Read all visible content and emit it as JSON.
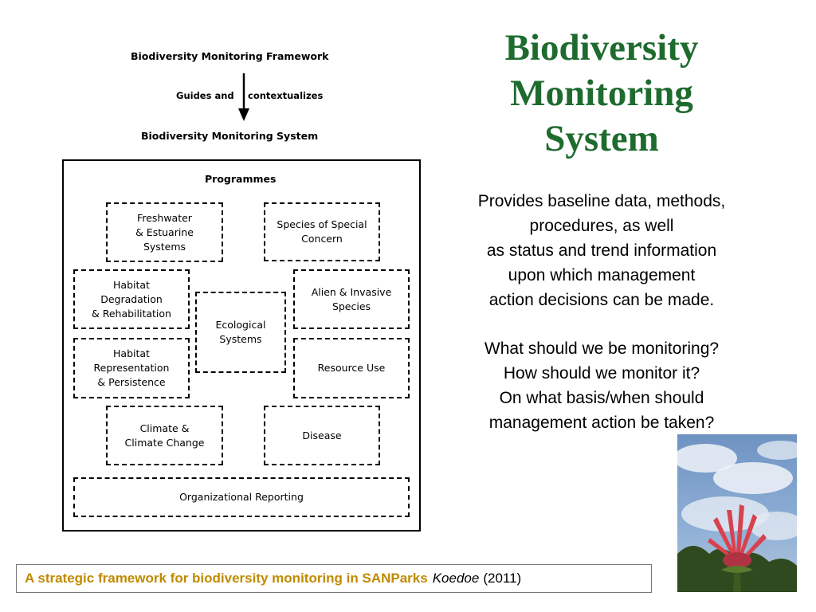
{
  "diagram": {
    "framework_label": "Biodiversity Monitoring Framework",
    "relation_left": "Guides and",
    "relation_right": "contextualizes",
    "system_label": "Biodiversity Monitoring System",
    "programmes_heading": "Programmes",
    "boxes": {
      "freshwater": "Freshwater\n& Estuarine\nSystems",
      "species_special": "Species of Special\nConcern",
      "habitat_degradation": "Habitat\nDegradation\n& Rehabilitation",
      "alien_invasive": "Alien & Invasive\nSpecies",
      "ecological": "Ecological\nSystems",
      "habitat_representation": "Habitat\nRepresentation\n& Persistence",
      "resource_use": "Resource Use",
      "climate": "Climate &\nClimate Change",
      "disease": "Disease",
      "organizational": "Organizational Reporting"
    }
  },
  "title": {
    "line1": "Biodiversity",
    "line2": "Monitoring",
    "line3": "System"
  },
  "description": {
    "lines": [
      "Provides baseline data, methods,",
      "procedures, as well",
      "as status and trend information",
      "upon which management",
      "action decisions can be made."
    ],
    "questions": [
      "What should we be monitoring?",
      "How should we monitor it?",
      "On what basis/when should",
      "management action be taken?"
    ]
  },
  "citation": {
    "title": "A strategic framework for biodiversity monitoring in SANParks",
    "journal": "Koedoe",
    "year": "(2011)"
  },
  "colors": {
    "title_green": "#1e6b2e",
    "citation_gold": "#c08a00"
  },
  "photo": {
    "icon": "protea-flower-photo"
  }
}
